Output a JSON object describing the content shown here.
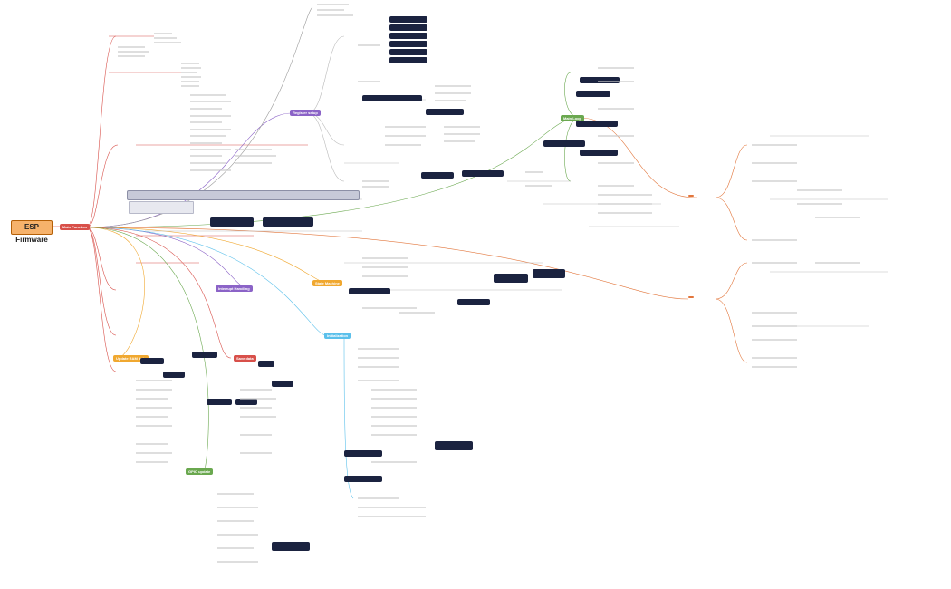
{
  "root": {
    "label": "ESP Firmware"
  },
  "branches": {
    "main_function": "Main Function",
    "register_setup": "Register setup",
    "interrupt_handling": "Interrupt Handling",
    "update_ram_data": "Update RAM data",
    "initialization": "Initialization",
    "save_data": "Save data",
    "state_machine": "State Machine",
    "gpio_update": "GPIO update",
    "main_loop": "Main Loop"
  },
  "colors": {
    "root_fill": "#f6b26b",
    "red_branch": "#d8504a",
    "purple_branch": "#8b63c7",
    "orange_branch": "#f0a830",
    "blue_branch": "#5bc0eb",
    "green_branch": "#6aa84f",
    "coral_branch": "#e2763c",
    "dark_node": "#1b2340",
    "edge_gray": "#999999"
  }
}
